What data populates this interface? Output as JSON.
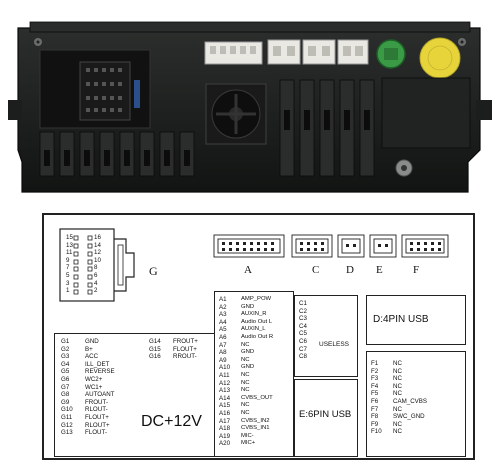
{
  "photo": {
    "label_sticker": ""
  },
  "g_connector": {
    "letter": "G",
    "pin_numbers_left": [
      "15",
      "13",
      "11",
      "9",
      "7",
      "5",
      "3",
      "1"
    ],
    "pin_numbers_right": [
      "16",
      "14",
      "12",
      "10",
      "8",
      "6",
      "4",
      "2"
    ],
    "pins_col1": [
      {
        "pin": "G1",
        "name": "GND"
      },
      {
        "pin": "G2",
        "name": "B+"
      },
      {
        "pin": "G3",
        "name": "ACC"
      },
      {
        "pin": "G4",
        "name": "ILL_DET"
      },
      {
        "pin": "G5",
        "name": "REVERSE"
      },
      {
        "pin": "G6",
        "name": "WC2+"
      },
      {
        "pin": "G7",
        "name": "WC1+"
      },
      {
        "pin": "G8",
        "name": "AUTOANT"
      },
      {
        "pin": "G9",
        "name": "FROUT-"
      },
      {
        "pin": "G10",
        "name": "RLOUT-"
      },
      {
        "pin": "G11",
        "name": "FLOUT+"
      },
      {
        "pin": "G12",
        "name": "RLOUT+"
      },
      {
        "pin": "G13",
        "name": "FLOUT-"
      }
    ],
    "pins_col2": [
      {
        "pin": "G14",
        "name": "FROUT+"
      },
      {
        "pin": "G15",
        "name": "FLOUT+"
      },
      {
        "pin": "G16",
        "name": "RROUT-"
      }
    ],
    "power_label": "DC+12V"
  },
  "connectors_row": {
    "letters": [
      "A",
      "C",
      "D",
      "E",
      "F"
    ]
  },
  "a_connector": {
    "pins": [
      {
        "pin": "A1",
        "name": "AMP_POW"
      },
      {
        "pin": "A2",
        "name": "GND"
      },
      {
        "pin": "A3",
        "name": "AUXIN_R"
      },
      {
        "pin": "A4",
        "name": "Audio Out L"
      },
      {
        "pin": "A5",
        "name": "AUXIN_L"
      },
      {
        "pin": "A6",
        "name": "Audio Out R"
      },
      {
        "pin": "A7",
        "name": "NC"
      },
      {
        "pin": "A8",
        "name": "GND"
      },
      {
        "pin": "A9",
        "name": "NC"
      },
      {
        "pin": "A10",
        "name": "GND"
      },
      {
        "pin": "A11",
        "name": "NC"
      },
      {
        "pin": "A12",
        "name": "NC"
      },
      {
        "pin": "A13",
        "name": "NC"
      },
      {
        "pin": "A14",
        "name": "CVBS_OUT"
      },
      {
        "pin": "A15",
        "name": "NC"
      },
      {
        "pin": "A16",
        "name": "NC"
      },
      {
        "pin": "A17",
        "name": "CVBS_IN2"
      },
      {
        "pin": "A18",
        "name": "CVBS_IN1"
      },
      {
        "pin": "A19",
        "name": "MIC-"
      },
      {
        "pin": "A20",
        "name": "MIC+"
      }
    ]
  },
  "c_connector": {
    "pins": [
      "C1",
      "C2",
      "C3",
      "C4",
      "C5",
      "C6",
      "C7",
      "C8"
    ],
    "note": "USELESS"
  },
  "d_connector": {
    "label": "D:4PIN USB"
  },
  "e_connector": {
    "label": "E:6PIN USB"
  },
  "f_connector": {
    "pins": [
      {
        "pin": "F1",
        "name": "NC"
      },
      {
        "pin": "F2",
        "name": "NC"
      },
      {
        "pin": "F3",
        "name": "NC"
      },
      {
        "pin": "F4",
        "name": "NC"
      },
      {
        "pin": "F5",
        "name": "NC"
      },
      {
        "pin": "F6",
        "name": "CAM_CVBS"
      },
      {
        "pin": "F7",
        "name": "NC"
      },
      {
        "pin": "F8",
        "name": "SWC_GND"
      },
      {
        "pin": "F9",
        "name": "NC"
      },
      {
        "pin": "F10",
        "name": "NC"
      }
    ]
  },
  "colors": {
    "chassis": "#1b1d1c",
    "chassis_light": "#3a3d3b",
    "connector_white": "#e9e8e2",
    "green_port": "#3a9a45",
    "sticker_yellow": "#e6d43a"
  }
}
